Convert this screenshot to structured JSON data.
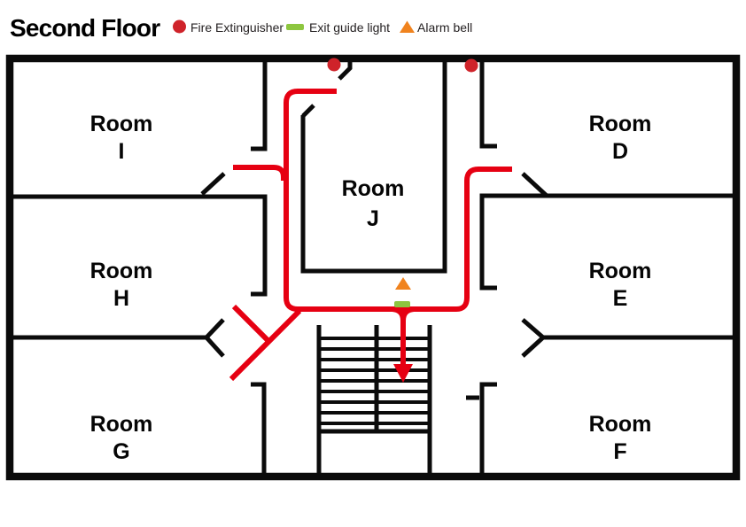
{
  "title": "Second Floor",
  "legend": {
    "items": [
      {
        "label": "Fire Extinguisher",
        "icon": "fire-extinguisher-icon",
        "shape": "circle",
        "color": "#cf232a"
      },
      {
        "label": "Exit guide light",
        "icon": "exit-guide-light-icon",
        "shape": "rect",
        "color": "#8dc63f"
      },
      {
        "label": "Alarm bell",
        "icon": "alarm-bell-icon",
        "shape": "triangle",
        "color": "#f0831e"
      }
    ]
  },
  "rooms": {
    "i": {
      "line1": "Room",
      "line2": "I"
    },
    "d": {
      "line1": "Room",
      "line2": "D"
    },
    "j": {
      "line1": "Room",
      "line2": "J"
    },
    "h": {
      "line1": "Room",
      "line2": "H"
    },
    "e": {
      "line1": "Room",
      "line2": "E"
    },
    "g": {
      "line1": "Room",
      "line2": "G"
    },
    "f": {
      "line1": "Room",
      "line2": "F"
    }
  },
  "plan_markers": {
    "fire_extinguisher_count": 2,
    "exit_guide_light_count": 1,
    "alarm_bell_count": 1
  },
  "colors": {
    "wall": "#0b0b0b",
    "route": "#e60012",
    "fire_extinguisher": "#cf232a",
    "exit_guide_light": "#8dc63f",
    "alarm_bell": "#f0831e",
    "legend_text": "#231f20",
    "title_text": "#000000"
  }
}
